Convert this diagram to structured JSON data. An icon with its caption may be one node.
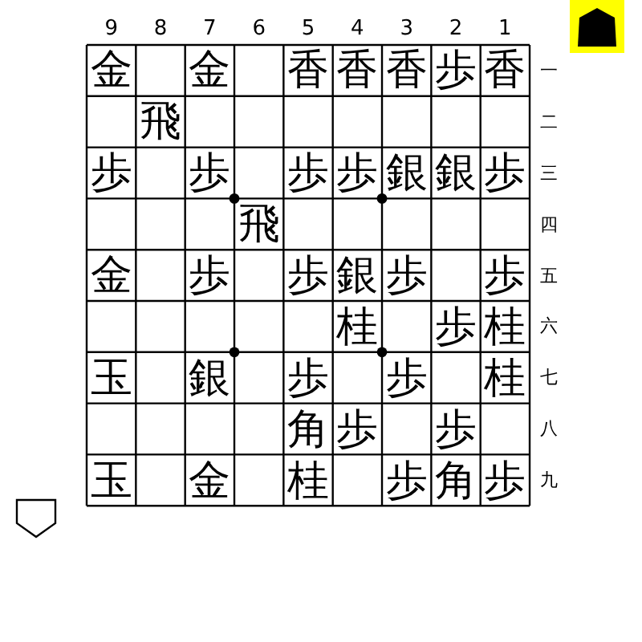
{
  "diagram": {
    "labels": [
      "9",
      "8",
      "7",
      "6",
      "5",
      "4",
      "3",
      "2",
      "1",
      "金",
      "金",
      "香",
      "香",
      "香",
      "歩",
      "香",
      "一",
      "飛",
      "二",
      "歩",
      "歩",
      "歩",
      "歩",
      "銀",
      "銀",
      "歩",
      "三",
      "飛",
      "四",
      "金",
      "歩",
      "歩",
      "銀",
      "歩",
      "歩",
      "五",
      "桂",
      "歩",
      "桂",
      "六",
      "玉",
      "銀",
      "歩",
      "歩",
      "桂",
      "七",
      "角",
      "歩",
      "歩",
      "八",
      "玉",
      "金",
      "桂",
      "歩",
      "角",
      "歩",
      "九"
    ]
  }
}
